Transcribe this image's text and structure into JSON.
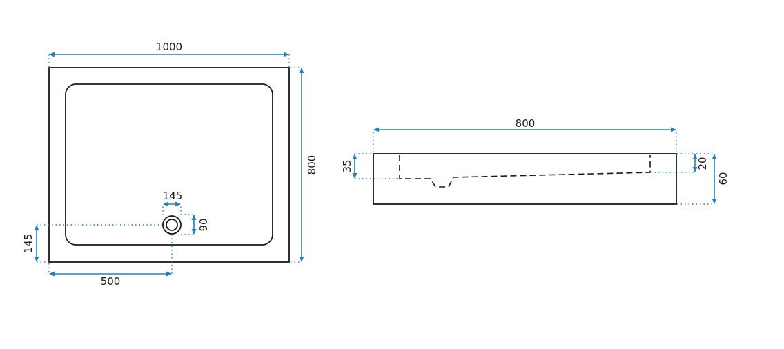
{
  "top_view": {
    "width_label": "1000",
    "depth_label": "800",
    "drain_diameter_label": "145",
    "drain_offset_y_label": "90",
    "drain_from_bottom_label": "145",
    "drain_from_left_label": "500"
  },
  "side_view": {
    "length_label": "800",
    "inner_depth_label": "35",
    "rim_depth_label": "20",
    "total_height_label": "60"
  },
  "colors": {
    "dimension": "#2a7fb5",
    "outline": "#1a1a1a"
  }
}
